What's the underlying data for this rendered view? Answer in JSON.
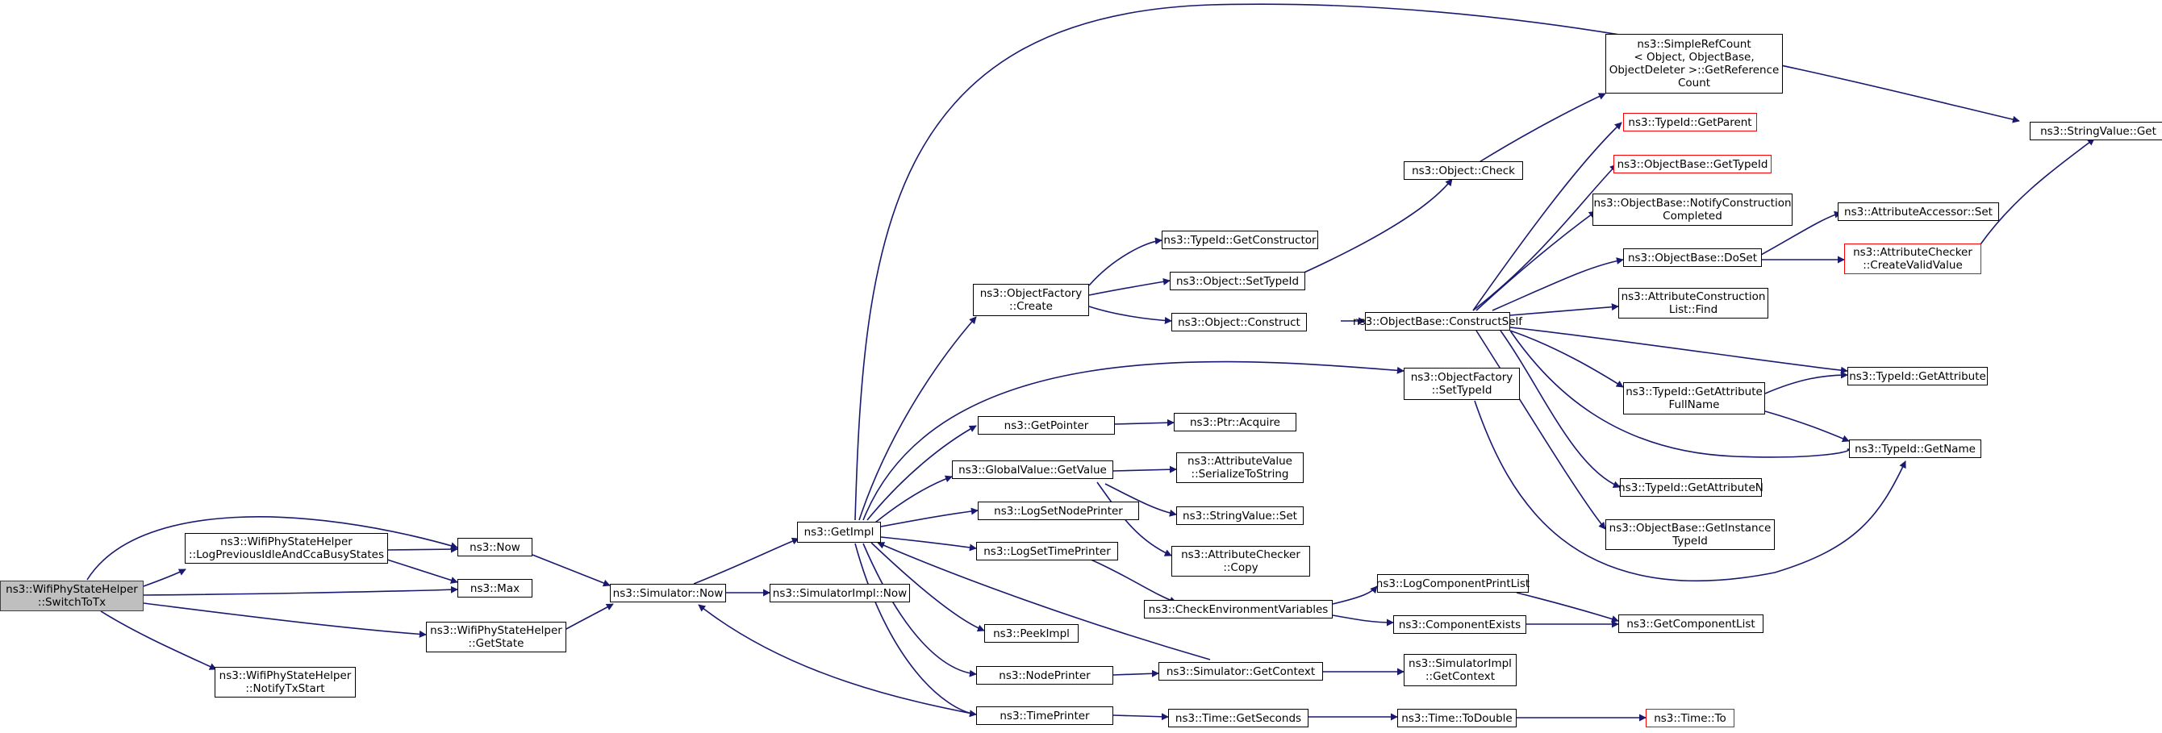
{
  "nodes": [
    {
      "id": "switch_to_tx",
      "label": "ns3::WifiPhyStateHelper\n::SwitchToTx",
      "root": true
    },
    {
      "id": "log_prev_idle",
      "label": "ns3::WifiPhyStateHelper\n::LogPreviousIdleAndCcaBusyStates"
    },
    {
      "id": "get_state",
      "label": "ns3::WifiPhyStateHelper\n::GetState"
    },
    {
      "id": "notify_tx_start",
      "label": "ns3::WifiPhyStateHelper\n::NotifyTxStart"
    },
    {
      "id": "now",
      "label": "ns3::Now"
    },
    {
      "id": "max",
      "label": "ns3::Max"
    },
    {
      "id": "sim_now",
      "label": "ns3::Simulator::Now"
    },
    {
      "id": "simimpl_now",
      "label": "ns3::SimulatorImpl::Now"
    },
    {
      "id": "get_impl",
      "label": "ns3::GetImpl"
    },
    {
      "id": "of_create",
      "label": "ns3::ObjectFactory\n::Create"
    },
    {
      "id": "get_pointer",
      "label": "ns3::GetPointer"
    },
    {
      "id": "gv_get_value",
      "label": "ns3::GlobalValue::GetValue"
    },
    {
      "id": "log_set_node_printer",
      "label": "ns3::LogSetNodePrinter"
    },
    {
      "id": "log_set_time_printer",
      "label": "ns3::LogSetTimePrinter"
    },
    {
      "id": "peek_impl",
      "label": "ns3::PeekImpl"
    },
    {
      "id": "node_printer",
      "label": "ns3::NodePrinter"
    },
    {
      "id": "time_printer",
      "label": "ns3::TimePrinter"
    },
    {
      "id": "typeid_get_constructor",
      "label": "ns3::TypeId::GetConstructor"
    },
    {
      "id": "object_set_typeid",
      "label": "ns3::Object::SetTypeId"
    },
    {
      "id": "object_construct",
      "label": "ns3::Object::Construct"
    },
    {
      "id": "ptr_acquire",
      "label": "ns3::Ptr::Acquire"
    },
    {
      "id": "av_serialize",
      "label": "ns3::AttributeValue\n::SerializeToString"
    },
    {
      "id": "sv_set",
      "label": "ns3::StringValue::Set"
    },
    {
      "id": "ac_copy",
      "label": "ns3::AttributeChecker\n::Copy"
    },
    {
      "id": "check_env",
      "label": "ns3::CheckEnvironmentVariables"
    },
    {
      "id": "sim_get_context",
      "label": "ns3::Simulator::GetContext"
    },
    {
      "id": "time_get_seconds",
      "label": "ns3::Time::GetSeconds"
    },
    {
      "id": "object_check",
      "label": "ns3::Object::Check"
    },
    {
      "id": "ob_construct_self",
      "label": "ns3::ObjectBase::ConstructSelf"
    },
    {
      "id": "of_set_typeid",
      "label": "ns3::ObjectFactory\n::SetTypeId"
    },
    {
      "id": "log_comp_print_list",
      "label": "ns3::LogComponentPrintList"
    },
    {
      "id": "component_exists",
      "label": "ns3::ComponentExists"
    },
    {
      "id": "simimpl_get_context",
      "label": "ns3::SimulatorImpl\n::GetContext"
    },
    {
      "id": "time_to_double",
      "label": "ns3::Time::ToDouble"
    },
    {
      "id": "simple_ref_count",
      "label": "ns3::SimpleRefCount\n< Object, ObjectBase,\n ObjectDeleter >::GetReference\nCount"
    },
    {
      "id": "typeid_get_parent",
      "label": "ns3::TypeId::GetParent",
      "red": true
    },
    {
      "id": "ob_get_typeid",
      "label": "ns3::ObjectBase::GetTypeId",
      "red": true
    },
    {
      "id": "ob_notify",
      "label": "ns3::ObjectBase::NotifyConstruction\nCompleted"
    },
    {
      "id": "ob_doset",
      "label": "ns3::ObjectBase::DoSet"
    },
    {
      "id": "acl_find",
      "label": "ns3::AttributeConstruction\nList::Find"
    },
    {
      "id": "typeid_get_attr_fullname",
      "label": "ns3::TypeId::GetAttribute\nFullName"
    },
    {
      "id": "typeid_get_attr_n",
      "label": "ns3::TypeId::GetAttributeN"
    },
    {
      "id": "ob_get_instance_typeid",
      "label": "ns3::ObjectBase::GetInstance\nTypeId"
    },
    {
      "id": "get_component_list",
      "label": "ns3::GetComponentList"
    },
    {
      "id": "time_to",
      "label": "ns3::Time::To",
      "red": true
    },
    {
      "id": "aa_set",
      "label": "ns3::AttributeAccessor::Set"
    },
    {
      "id": "ac_create_valid",
      "label": "ns3::AttributeChecker\n::CreateValidValue",
      "red": true
    },
    {
      "id": "typeid_get_attribute",
      "label": "ns3::TypeId::GetAttribute"
    },
    {
      "id": "typeid_get_name",
      "label": "ns3::TypeId::GetName"
    },
    {
      "id": "sv_get",
      "label": "ns3::StringValue::Get"
    }
  ]
}
